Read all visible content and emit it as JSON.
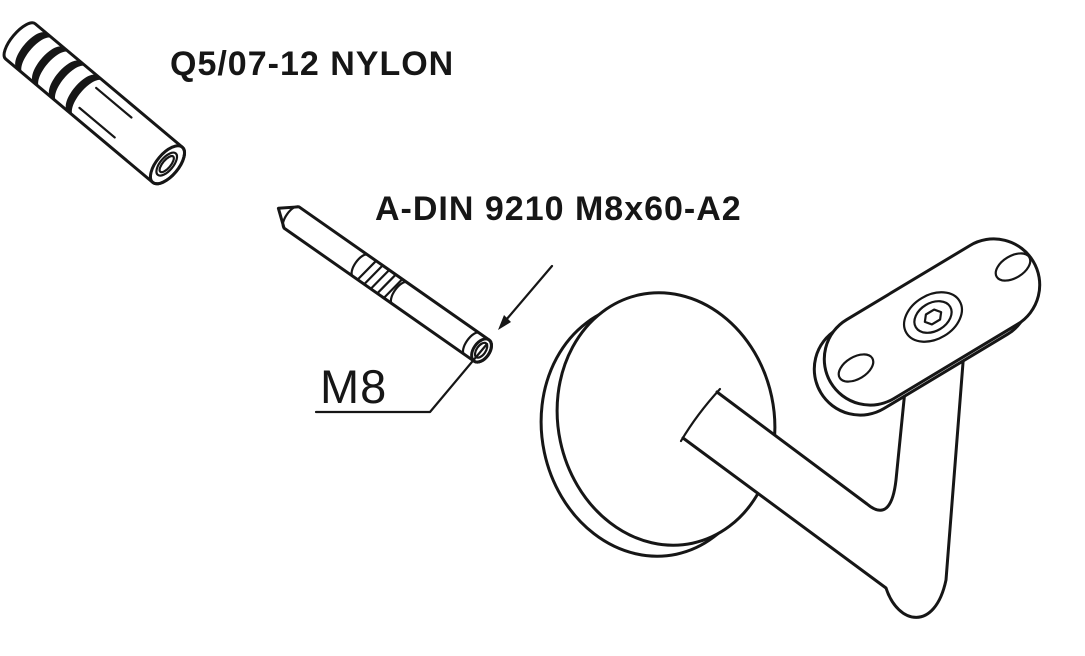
{
  "diagram": {
    "background": "#ffffff",
    "line_color": "#161616",
    "labels": {
      "wall_plug": "Q5/07-12 NYLON",
      "stud": "A-DIN 9210 M8x60-A2",
      "thread_size": "M8"
    },
    "parts": [
      {
        "id": "nylon-wall-plug",
        "label": "Q5/07-12 NYLON"
      },
      {
        "id": "threaded-stud",
        "label": "A-DIN 9210 M8x60-A2",
        "thread": "M8"
      },
      {
        "id": "handrail-wall-bracket",
        "label": ""
      }
    ]
  }
}
